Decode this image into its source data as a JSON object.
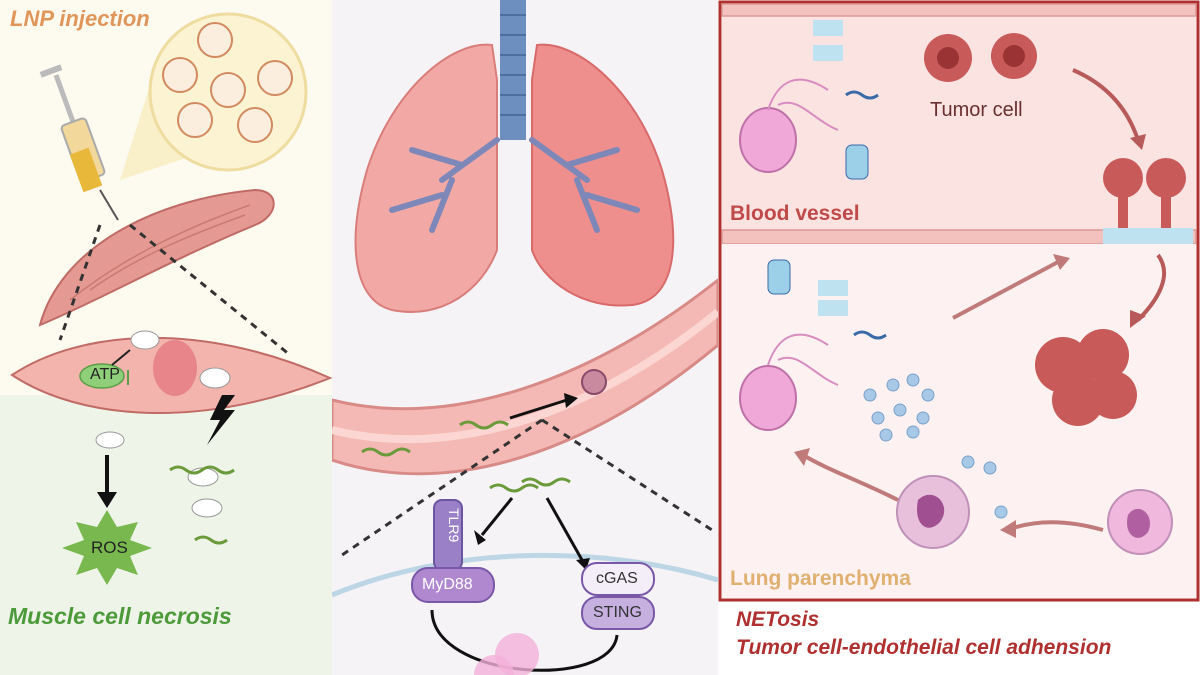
{
  "left_panel": {
    "title": "LNP injection",
    "atp_label": "ATP",
    "ros_label": "ROS",
    "caption": "Muscle cell necrosis"
  },
  "middle_panel": {
    "receptor_tlr9": "TLR9",
    "adaptor_myd88": "MyD88",
    "sensor_cgas": "cGAS",
    "sensor_sting": "STING"
  },
  "right_panel": {
    "tumor_cell_label": "Tumor cell",
    "blood_vessel_label": "Blood vessel",
    "lung_parenchyma_label": "Lung parenchyma",
    "caption_line1": "NETosis",
    "caption_line2": "Tumor cell-endothelial cell adhension"
  },
  "colors": {
    "left_title": "#e0955a",
    "left_caption": "#4c9a3a",
    "blood_vessel": "#c04a4a",
    "lung_parenchyma": "#e0b070",
    "right_caption": "#b03030",
    "panel_border": "#b03030"
  }
}
